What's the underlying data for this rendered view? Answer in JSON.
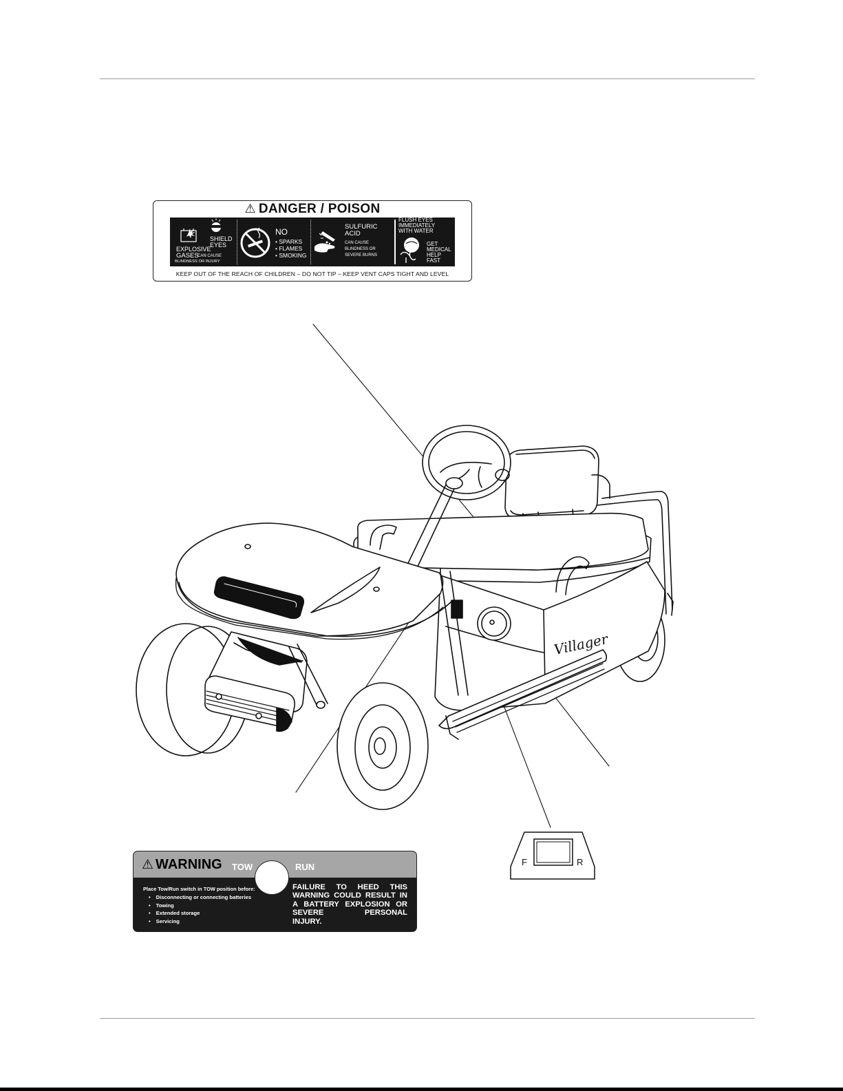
{
  "danger_label": {
    "title": "DANGER / POISON",
    "explosive_1": "EXPLOSIVE",
    "explosive_2": "GASES",
    "explosive_3": "CAN CAUSE",
    "explosive_4": "BLINDNESS OR INJURY",
    "shield_1": "SHIELD",
    "shield_2": "EYES",
    "no_title": "NO",
    "no_items": [
      "• SPARKS",
      "• FLAMES",
      "• SMOKING"
    ],
    "acid_1": "SULFURIC",
    "acid_2": "ACID",
    "acid_3": "CAN CAUSE",
    "acid_4": "BLINDNESS OR",
    "acid_5": "SEVERE BURNS",
    "flush_1": "FLUSH EYES",
    "flush_2": "IMMEDIATELY",
    "flush_3": "WITH WATER",
    "help_1": "GET",
    "help_2": "MEDICAL",
    "help_3": "HELP",
    "help_4": "FAST",
    "footer": "KEEP OUT OF THE REACH OF CHILDREN – DO NOT TIP – KEEP VENT CAPS TIGHT AND LEVEL"
  },
  "cart": {
    "brand": "Villager"
  },
  "warning_label": {
    "title": "WARNING",
    "tow": "TOW",
    "run": "RUN",
    "instruction": "Place Tow/Run switch in TOW position before:",
    "items": [
      "Disconnecting or connecting batteries",
      "Towing",
      "Extended storage",
      "Servicing"
    ],
    "body": "FAILURE TO HEED THIS WARNING COULD RESULT IN A BATTERY EXPLOSION OR SEVERE PERSONAL",
    "body_last": "INJURY."
  },
  "fr_switch": {
    "forward": "F",
    "reverse": "R"
  }
}
